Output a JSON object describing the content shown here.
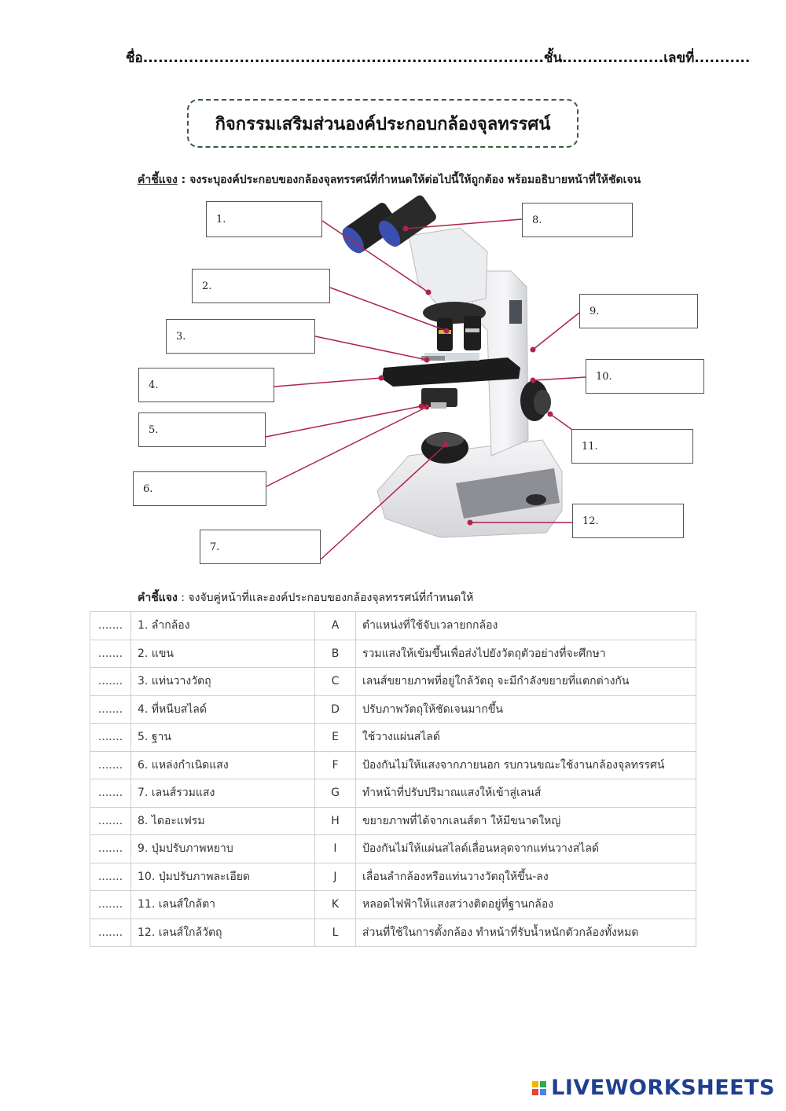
{
  "header": {
    "name_line": "ชื่อ...............................................................................ชั้น....................เลขที่..........."
  },
  "title": "กิจกรรมเสริมส่วนองค์ประกอบกล้องจุลทรรศน์",
  "instruction1": {
    "lead": "คำชี้แจง",
    "text": " : จงระบุองค์ประกอบของกล้องจุลทรรศน์ที่กำหนดให้ต่อไปนี้ให้ถูกต้อง พร้อมอธิบายหน้าที่ให้ชัดเจน"
  },
  "label_boxes": [
    "1.",
    "2.",
    "3.",
    "4.",
    "5.",
    "6.",
    "7.",
    "8.",
    "9.",
    "10.",
    "11.",
    "12."
  ],
  "instruction2": {
    "lead": "คำชี้แจง",
    "text": " : จงจับคู่หน้าที่และองค์ประกอบของกล้องจุลทรรศน์ที่กำหนดให้"
  },
  "matching": {
    "blank": ".......",
    "rows": [
      {
        "part": "1. ลำกล้อง",
        "letter": "A",
        "func": "ตำแหน่งที่ใช้จับเวลายกกล้อง"
      },
      {
        "part": "2. แขน",
        "letter": "B",
        "func": "รวมแสงให้เข้มขึ้นเพื่อส่งไปยังวัตถุตัวอย่างที่จะศึกษา"
      },
      {
        "part": "3. แท่นวางวัตถุ",
        "letter": "C",
        "func": "เลนส์ขยายภาพที่อยู่ใกล้วัตถุ จะมีกำลังขยายที่แตกต่างกัน"
      },
      {
        "part": "4. ที่หนีบสไลด์",
        "letter": "D",
        "func": "ปรับภาพวัตถุให้ชัดเจนมากขึ้น"
      },
      {
        "part": "5. ฐาน",
        "letter": "E",
        "func": "ใช้วางแผ่นสไลด์"
      },
      {
        "part": "6. แหล่งกำเนิดแสง",
        "letter": "F",
        "func": "ป้องกันไม่ให้แสงจากภายนอก รบกวนขณะใช้งานกล้องจุลทรรศน์"
      },
      {
        "part": "7. เลนส์รวมแสง",
        "letter": "G",
        "func": "ทำหน้าที่ปรับปริมาณแสงให้เข้าสู่เลนส์"
      },
      {
        "part": "8. ไดอะแฟรม",
        "letter": "H",
        "func": "ขยายภาพที่ได้จากเลนส์ตา ให้มีขนาดใหญ่"
      },
      {
        "part": "9. ปุ่มปรับภาพหยาบ",
        "letter": "I",
        "func": "ป้องกันไม่ให้แผ่นสไลด์เลื่อนหลุดจากแท่นวางสไลด์"
      },
      {
        "part": "10. ปุ่มปรับภาพละเอียด",
        "letter": "J",
        "func": "เลื่อนลำกล้องหรือแท่นวางวัตถุให้ขึ้น-ลง"
      },
      {
        "part": "11. เลนส์ใกล้ตา",
        "letter": "K",
        "func": "หลอดไฟฟ้าให้แสงสว่างติดอยู่ที่ฐานกล้อง"
      },
      {
        "part": "12. เลนส์ใกล้วัตถุ",
        "letter": "L",
        "func": "ส่วนที่ใช้ในการตั้งกล้อง ทำหน้าที่รับน้ำหนักตัวกล้องทั้งหมด"
      }
    ]
  },
  "logo": {
    "text": "LIVEWORKSHEETS",
    "colors": [
      "#f4b400",
      "#34a853",
      "#ea4335",
      "#4285f4"
    ]
  },
  "colors": {
    "leader_line": "#b0234a",
    "title_border": "#3a5a3a"
  }
}
